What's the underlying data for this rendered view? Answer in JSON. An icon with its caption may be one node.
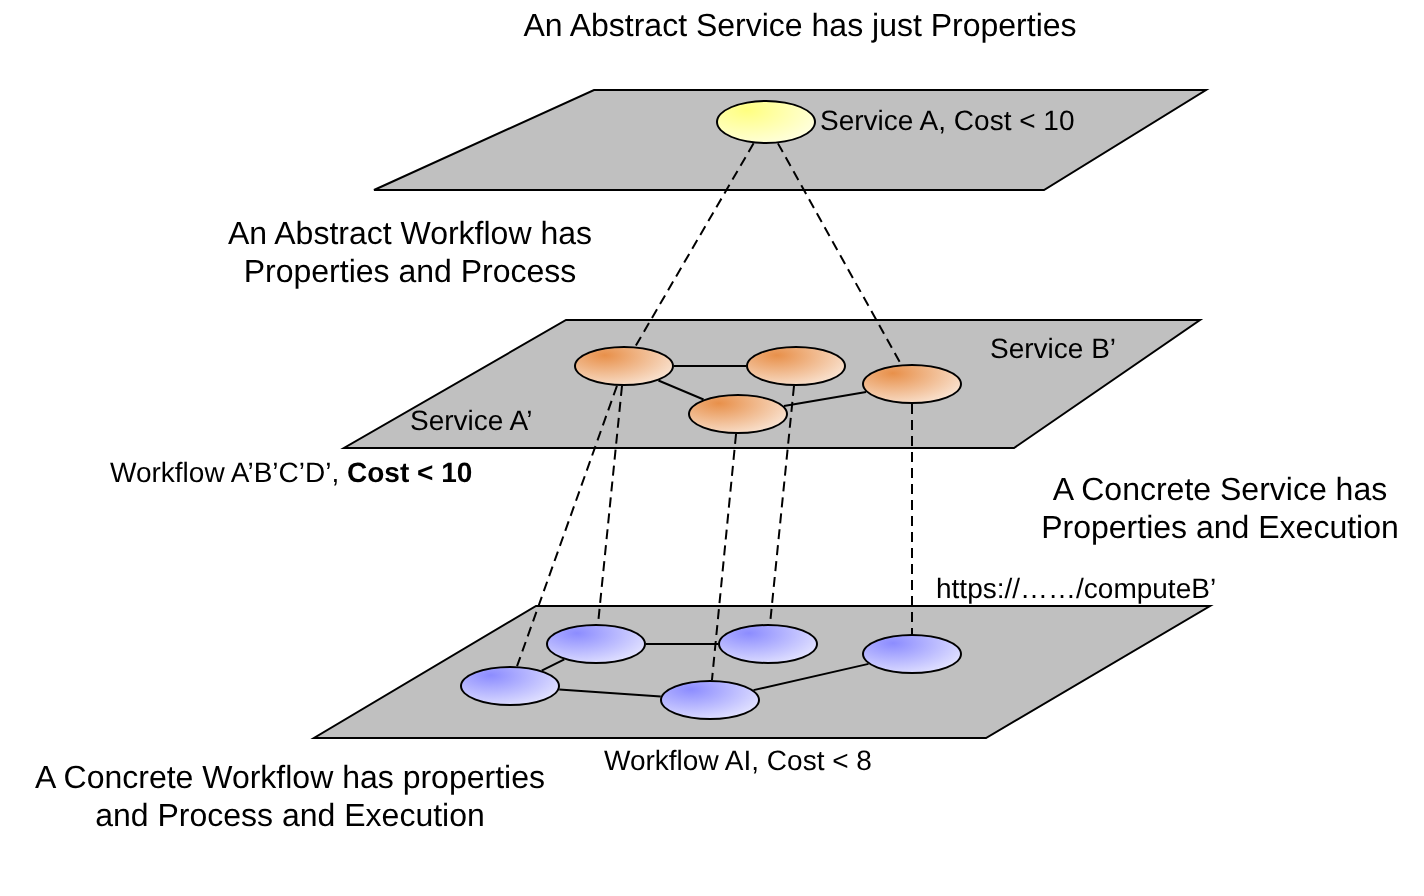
{
  "diagram": {
    "nodes": [
      {
        "text": [],
        "shape": "parallelogram"
      },
      {
        "text": [],
        "shape": "ellipse",
        "in": 0,
        "beside": [
          "Service A, Cost < 10"
        ]
      },
      {
        "text": [],
        "shape": "parallelogram",
        "beside": [
          "Workflow A’B’C’D’, **Cost < 10**"
        ]
      },
      {
        "text": [],
        "shape": "ellipse",
        "in": 2,
        "beside": [
          "Service A’"
        ]
      },
      {
        "text": [],
        "shape": "ellipse",
        "in": 2
      },
      {
        "text": [],
        "shape": "ellipse",
        "in": 2
      },
      {
        "text": [],
        "shape": "ellipse",
        "in": 2,
        "beside": [
          "Service B’"
        ]
      },
      {
        "text": [],
        "shape": "parallelogram",
        "beside": [
          "Workflow AI, Cost < 8"
        ]
      },
      {
        "text": [],
        "shape": "ellipse",
        "in": 7
      },
      {
        "text": [],
        "shape": "ellipse",
        "in": 7
      },
      {
        "text": [],
        "shape": "ellipse",
        "in": 7
      },
      {
        "text": [],
        "shape": "ellipse",
        "in": 7
      },
      {
        "text": [],
        "shape": "ellipse",
        "in": 7,
        "beside": [
          "https://……/computeB’"
        ]
      }
    ],
    "edges": [
      {
        "from": 3,
        "to": 4,
        "arrow": "none"
      },
      {
        "from": 3,
        "to": 5,
        "arrow": "none"
      },
      {
        "from": 5,
        "to": 6,
        "arrow": "none"
      },
      {
        "from": 8,
        "to": 9,
        "arrow": "none"
      },
      {
        "from": 9,
        "to": 11,
        "arrow": "none"
      },
      {
        "from": 8,
        "to": 10,
        "arrow": "none"
      },
      {
        "from": 10,
        "to": 12,
        "arrow": "none"
      },
      {
        "from": 1,
        "to": 3,
        "arrow": "none",
        "style": "dashed"
      },
      {
        "from": 1,
        "to": 6,
        "arrow": "none",
        "style": "dashed"
      },
      {
        "from": 3,
        "to": 8,
        "arrow": "none",
        "style": "dashed"
      },
      {
        "from": 3,
        "to": 9,
        "arrow": "none",
        "style": "dashed"
      },
      {
        "from": 5,
        "to": 10,
        "arrow": "none",
        "style": "dashed"
      },
      {
        "from": 4,
        "to": 11,
        "arrow": "none",
        "style": "dashed"
      },
      {
        "from": 6,
        "to": 12,
        "arrow": "none",
        "style": "dashed"
      }
    ],
    "labels": [
      "An Abstract Service has just Properties",
      "An Abstract Workflow has Properties and Process",
      "A Concrete Service has Properties and Execution",
      "A Concrete Workflow has properties and Process and Execution"
    ]
  }
}
